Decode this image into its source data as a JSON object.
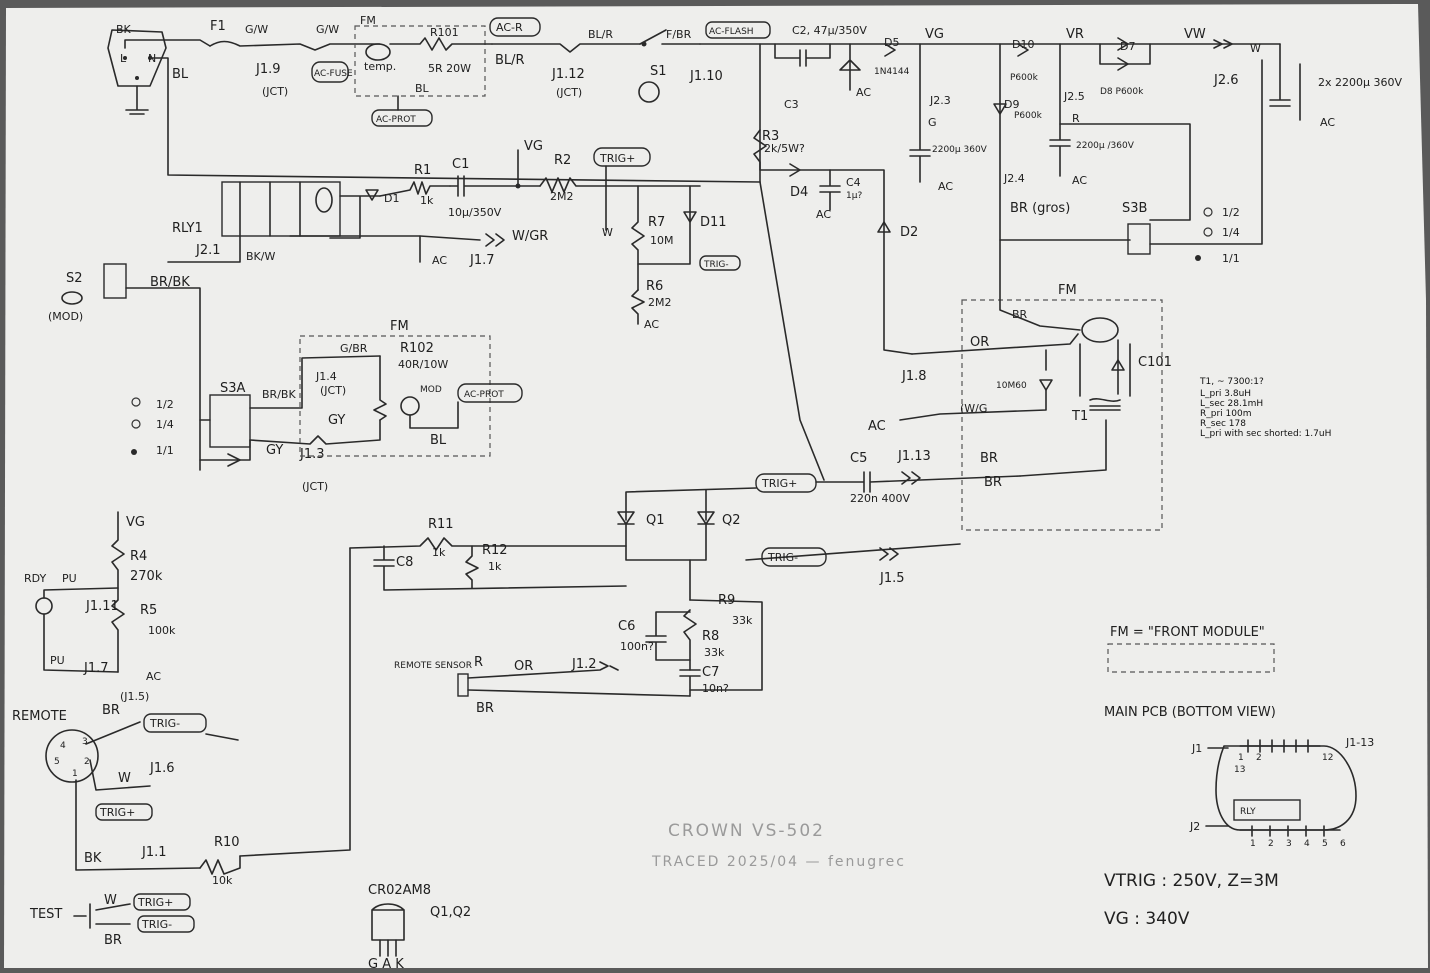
{
  "title": {
    "name": "CROWN VS-502",
    "traced": "TRACED 2025/04 — fenugrec"
  },
  "legend": {
    "fm_definition": "FM = \"FRONT MODULE\"",
    "main_pcb": "MAIN PCB (BOTTOM VIEW)",
    "pcb_header_range": "J1-13",
    "pcb_j1": "J1",
    "pcb_j2": "J2",
    "pcb_relay": "RLY",
    "pcb_pins_top": [
      "1",
      "2",
      "12"
    ],
    "pcb_pin_13": "13",
    "pcb_pins_bottom": [
      "1",
      "2",
      "3",
      "4",
      "5",
      "6"
    ],
    "vtrig": "VTRIG : 250V, Z=3M",
    "vg": "VG : 340V"
  },
  "transformer_notes": [
    "T1, ~ 7300:1?",
    "L_pri 3.8uH",
    "L_sec 28.1mH",
    "R_pri 100m",
    "R_sec 178",
    "L_pri with sec shorted: 1.7uH"
  ],
  "nodes": {
    "vg": "VG",
    "vr": "VR",
    "vw": "VW",
    "w": "W",
    "ac": "AC"
  },
  "components": {
    "f1": "F1",
    "fm_top": "FM",
    "r101": "R101",
    "r101_value": "5R 20W",
    "temp": "temp.",
    "ac_fuse": "AC-FUSE",
    "ac_prot": "AC-PROT",
    "ac_r": "AC-R",
    "j1_9": "J1.9",
    "j1_12": "J1.12",
    "jct": "(JCT)",
    "s1": "S1",
    "ac_flash": "AC-FLASH",
    "j1_10": "J1.10",
    "c2": "C2, 47µ/350V",
    "c3": "C3",
    "d5": "D5",
    "d5_part": "1N4144",
    "j2_3": "J2.3",
    "c_2200_g": "2200µ 360V",
    "d10": "D10",
    "d9": "D9",
    "p600k": "P600k",
    "j2_4": "J2.4",
    "br_gros": "BR (gros)",
    "d7": "D7",
    "d8": "D8 P600k",
    "j2_5": "J2.5",
    "c_2200_r": "2200µ /360V",
    "j2_6": "J2.6",
    "c_2x2200": "2x 2200µ 360V",
    "s3b": "S3B",
    "sw_half": "1/2",
    "sw_quarter": "1/4",
    "sw_full": "1/1",
    "r1": "R1",
    "r1_value": "1k",
    "c1": "C1",
    "c1_value": "10µ/350V",
    "r2": "R2",
    "r2_value": "2M2",
    "trig_plus": "TRIG+",
    "trig_minus": "TRIG-",
    "r7": "R7",
    "r7_value": "10M",
    "d11": "D11",
    "r6": "R6",
    "r6_value": "2M2",
    "r3": "R3",
    "r3_value": "2k/5W?",
    "d4": "D4",
    "c4": "C4",
    "c4_value": "1µ?",
    "d2": "D2",
    "rly1": "RLY1",
    "j2_1": "J2.1",
    "bk_w": "BK/W",
    "d1": "D1",
    "j1_7": "J1.7",
    "w_gr": "W/GR",
    "s2": "S2",
    "s2_note": "(MOD)",
    "br_bk": "BR/BK",
    "fm_mid": "FM",
    "g_br": "G/BR",
    "r102": "R102",
    "r102_value": "40R/10W",
    "j1_4": "J1.4",
    "mod": "MOD",
    "s3a": "S3A",
    "gy": "GY",
    "j1_3": "J1.3",
    "bl": "BL",
    "bk": "BK",
    "g_w": "G/W",
    "bl_r": "BL/R",
    "f_br": "F/BR",
    "fm_right": "FM",
    "c101": "C101",
    "or": "OR",
    "r_10m60": "10M60",
    "w_g": "(W/G",
    "j1_8": "J1.8",
    "t1": "T1",
    "c5": "C5",
    "c5_value": "220n 400V",
    "j1_13": "J1.13",
    "br": "BR",
    "q1": "Q1",
    "q2": "Q2",
    "r11": "R11",
    "r11_value": "1k",
    "r12": "R12",
    "r12_value": "1k",
    "c8": "C8",
    "j1_5": "J1.5",
    "r9": "R9",
    "r9_value": "33k",
    "r8": "R8",
    "r8_value": "33k",
    "c6": "C6",
    "c6_value": "100n?",
    "c7": "C7",
    "c7_value": "10n?",
    "j1_2": "J1.2",
    "remote_sensor": "REMOTE SENSOR",
    "r_lbl": "R",
    "g_lbl": "G",
    "r4": "R4",
    "r4_value": "270k",
    "r5": "R5",
    "r5_value": "100k",
    "rdy": "RDY",
    "pu": "PU",
    "j1_11": "J1.11",
    "remote": "REMOTE",
    "j1_5_paren": "(J1.5)",
    "j1_6": "J1.6",
    "j1_1": "J1.1",
    "r10": "R10",
    "r10_value": "10k",
    "test": "TEST",
    "cr02am8": "CR02AM8",
    "q1q2": "Q1,Q2",
    "gak": "G A K",
    "pins": [
      "4",
      "3",
      "5",
      "2",
      "1"
    ]
  }
}
